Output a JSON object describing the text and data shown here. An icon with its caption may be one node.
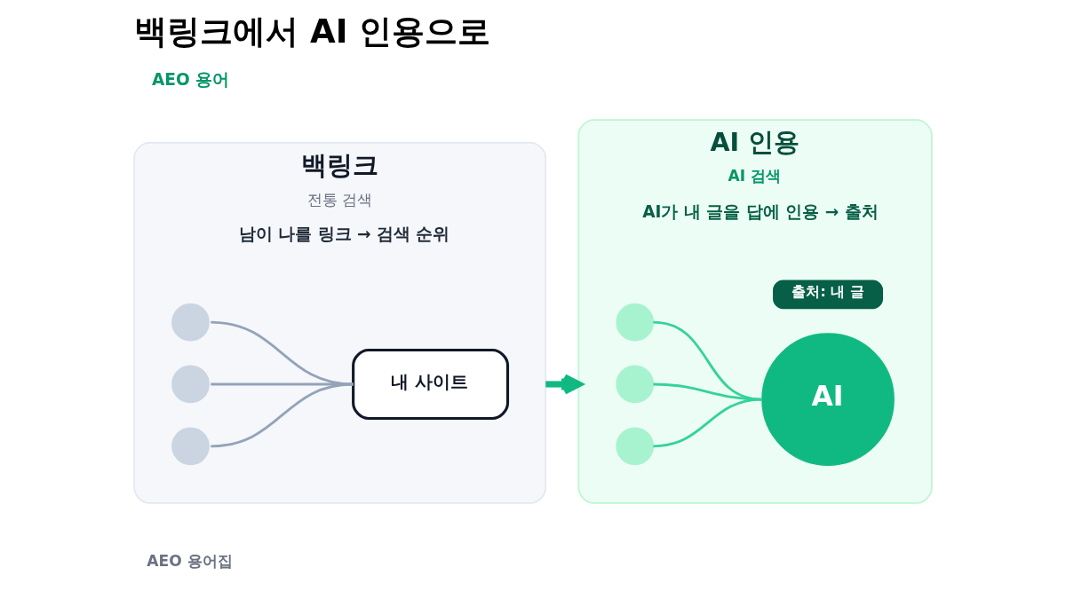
{
  "diagram": {
    "title": "백링크에서 AI 인용으로",
    "nodes": [
      {
        "text": [
          "백링크",
          "전통 검색",
          "남이 나를 링크 → 검색 순위"
        ]
      },
      {
        "text": [],
        "shape": "circle",
        "in": 0
      },
      {
        "text": [],
        "shape": "circle",
        "in": 0
      },
      {
        "text": [],
        "shape": "circle",
        "in": 0
      },
      {
        "text": [
          "내 사이트"
        ],
        "in": 0
      },
      {
        "text": [
          "AI 인용",
          "AI 검색",
          "AI가 내 글을 답에 인용 → 출처"
        ]
      },
      {
        "text": [],
        "shape": "circle",
        "in": 5
      },
      {
        "text": [],
        "shape": "circle",
        "in": 5
      },
      {
        "text": [],
        "shape": "circle",
        "in": 5
      },
      {
        "text": [
          "출처: 내 글"
        ],
        "in": 5
      },
      {
        "text": [
          "AI"
        ],
        "in": 5
      }
    ],
    "edges": [
      {
        "from": 1,
        "to": 4,
        "arrow": "none"
      },
      {
        "from": 2,
        "to": 4,
        "arrow": "none"
      },
      {
        "from": 3,
        "to": 4,
        "arrow": "none"
      },
      {
        "from": 6,
        "to": 10,
        "arrow": "none",
        "color": "#34d399"
      },
      {
        "from": 7,
        "to": 10,
        "arrow": "none",
        "color": "#34d399"
      },
      {
        "from": 8,
        "to": 10,
        "arrow": "none",
        "color": "#34d399"
      },
      {
        "from": 0,
        "to": 5,
        "arrow": "to",
        "style": "thick",
        "color": "#10b981"
      }
    ],
    "labels": [
      "AEO 용어",
      "AEO 용어집"
    ]
  }
}
